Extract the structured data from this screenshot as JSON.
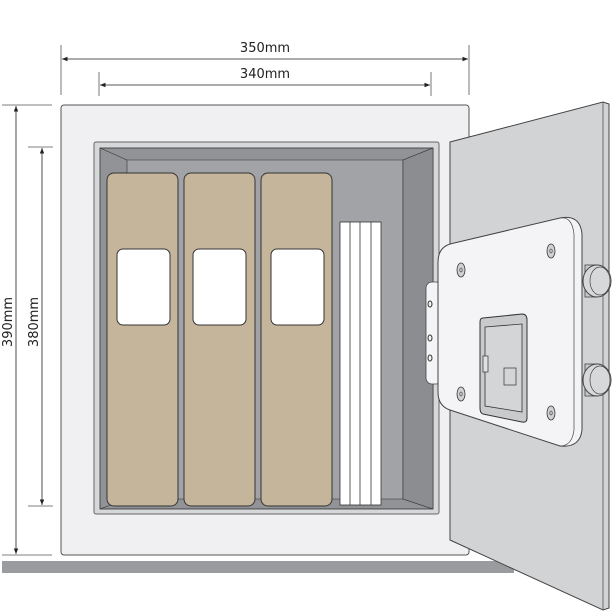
{
  "diagram": {
    "subject": "Electronic safe with open door, internal dimensions",
    "dimensions": {
      "outer_width": "350mm",
      "inner_width": "340mm",
      "outer_height": "390mm",
      "inner_height": "380mm"
    },
    "contents": {
      "binders": 3,
      "paper_stack_sheets": 4
    },
    "door": {
      "bolts": 2,
      "screws": 4,
      "hinge_holes": 3,
      "keypad": "lock panel"
    },
    "colors": {
      "body": "#f0f0f2",
      "interior": "#929397",
      "interior_back": "#a3a4a8",
      "binder": "#c5b69b",
      "door": "#d2d3d5",
      "lock_plate": "#f4f4f6",
      "floor": "#9a9b9e",
      "line": "#333333"
    }
  }
}
